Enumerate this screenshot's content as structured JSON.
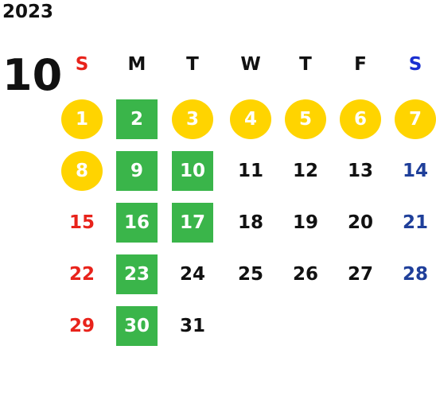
{
  "year": "2023",
  "month": "10",
  "weekdays": [
    {
      "label": "S",
      "color": "#e8231b"
    },
    {
      "label": "M",
      "color": "#111111"
    },
    {
      "label": "T",
      "color": "#111111"
    },
    {
      "label": "W",
      "color": "#111111"
    },
    {
      "label": "T",
      "color": "#111111"
    },
    {
      "label": "F",
      "color": "#111111"
    },
    {
      "label": "S",
      "color": "#1a2fd0"
    }
  ],
  "weeks": [
    [
      {
        "day": "1",
        "style": "circle"
      },
      {
        "day": "2",
        "style": "square"
      },
      {
        "day": "3",
        "style": "circle"
      },
      {
        "day": "4",
        "style": "circle"
      },
      {
        "day": "5",
        "style": "circle"
      },
      {
        "day": "6",
        "style": "circle"
      },
      {
        "day": "7",
        "style": "circle"
      }
    ],
    [
      {
        "day": "8",
        "style": "circle"
      },
      {
        "day": "9",
        "style": "square"
      },
      {
        "day": "10",
        "style": "square"
      },
      {
        "day": "11",
        "style": "plain"
      },
      {
        "day": "12",
        "style": "plain"
      },
      {
        "day": "13",
        "style": "plain"
      },
      {
        "day": "14",
        "style": "blue"
      }
    ],
    [
      {
        "day": "15",
        "style": "red"
      },
      {
        "day": "16",
        "style": "square"
      },
      {
        "day": "17",
        "style": "square"
      },
      {
        "day": "18",
        "style": "plain"
      },
      {
        "day": "19",
        "style": "plain"
      },
      {
        "day": "20",
        "style": "plain"
      },
      {
        "day": "21",
        "style": "blue"
      }
    ],
    [
      {
        "day": "22",
        "style": "red"
      },
      {
        "day": "23",
        "style": "square"
      },
      {
        "day": "24",
        "style": "plain"
      },
      {
        "day": "25",
        "style": "plain"
      },
      {
        "day": "26",
        "style": "plain"
      },
      {
        "day": "27",
        "style": "plain"
      },
      {
        "day": "28",
        "style": "blue"
      }
    ],
    [
      {
        "day": "29",
        "style": "red"
      },
      {
        "day": "30",
        "style": "square"
      },
      {
        "day": "31",
        "style": "plain"
      }
    ]
  ],
  "colors": {
    "circle": "#ffd400",
    "square": "#3ab54a",
    "sunday_date": "#e8231b",
    "saturday_date": "#1f3f9a"
  }
}
